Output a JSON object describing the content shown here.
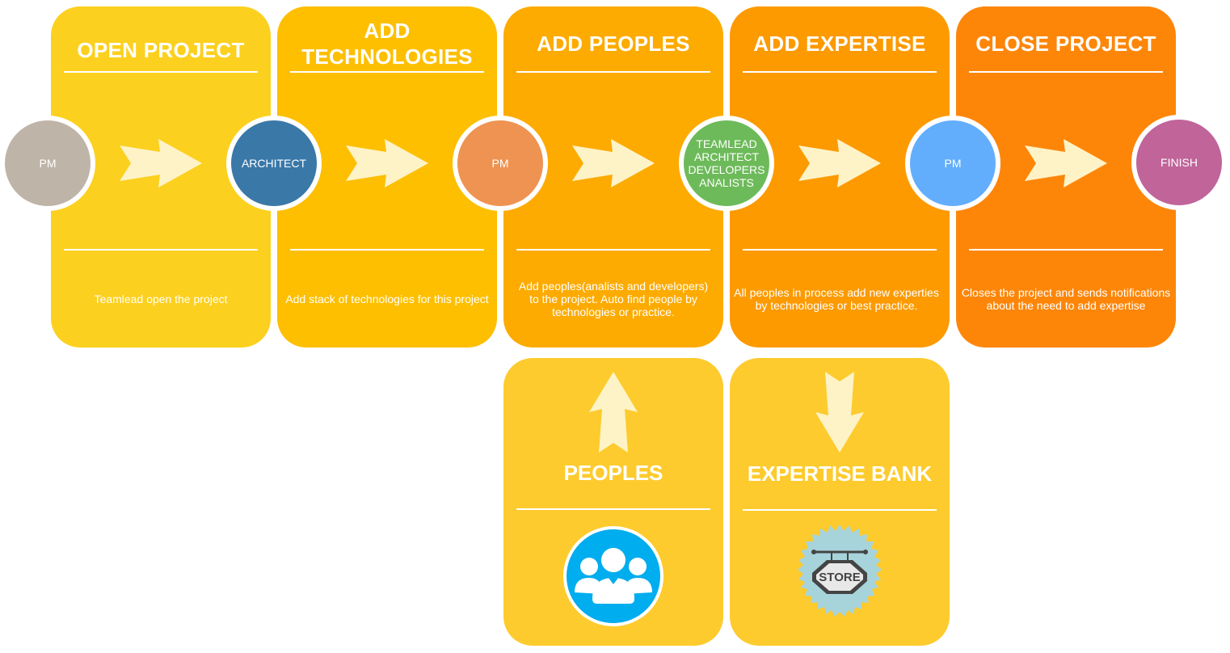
{
  "colors": {
    "card1": "#FCD01E",
    "card2": "#FDBF00",
    "card3": "#FDAB00",
    "card4": "#FD9A00",
    "card5": "#FD8609",
    "bottom": "#FDCB2D",
    "arrow": "#FEF3C7",
    "node_pm_gray": "#BFB4A8",
    "node_architect": "#3A78A8",
    "node_pm_orange": "#EE9351",
    "node_team": "#6DBA5A",
    "node_pm_blue": "#63AEFC",
    "node_finish": "#C0649A",
    "peoples_icon_bg": "#00ADEE",
    "store_icon_bg": "#A7D3DB"
  },
  "steps": [
    {
      "title": "OPEN PROJECT",
      "description": "Teamlead open the project"
    },
    {
      "title": "ADD TECHNOLOGIES",
      "description": "Add stack of technologies for this project"
    },
    {
      "title": "ADD PEOPLES",
      "description": "Add peoples(analists and developers) to the project. Auto find people by technologies or  practice."
    },
    {
      "title": "ADD EXPERTISE",
      "description": "All peoples in  process add new experties by technologies or best practice."
    },
    {
      "title": "CLOSE PROJECT",
      "description": "Closes the project and sends notifications about the need to add expertise"
    }
  ],
  "roles": [
    {
      "label": "PM"
    },
    {
      "label": "ARCHITECT"
    },
    {
      "label": "PM"
    },
    {
      "label": "TEAMLEAD\nARCHITECT\nDEVELOPERS\nANALISTS"
    },
    {
      "label": "PM"
    },
    {
      "label": "FINISH"
    }
  ],
  "resources": [
    {
      "title": "PEOPLES",
      "icon": "people-group-icon"
    },
    {
      "title": "EXPERTISE BANK",
      "icon": "store-sign-icon",
      "icon_text": "STORE"
    }
  ]
}
